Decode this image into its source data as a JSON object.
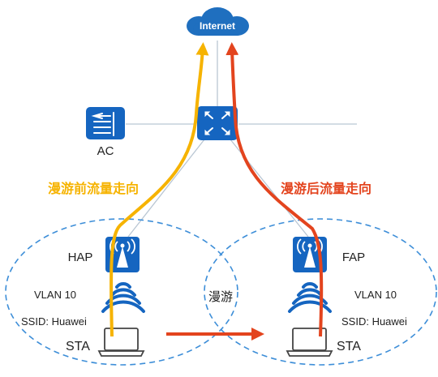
{
  "internet": {
    "label": "Internet"
  },
  "ac": {
    "label": "AC"
  },
  "hap": {
    "label": "HAP",
    "vlan": "VLAN 10",
    "ssid": "SSID: Huawei"
  },
  "fap": {
    "label": "FAP",
    "vlan": "VLAN 10",
    "ssid": "SSID: Huawei"
  },
  "sta_left": {
    "label": "STA"
  },
  "sta_right": {
    "label": "STA"
  },
  "roam_label": "漫游",
  "flow_before": {
    "label": "漫游前流量走向",
    "color": "#f6b300"
  },
  "flow_after": {
    "label": "漫游后流量走向",
    "color": "#e3441e"
  },
  "colors": {
    "device_blue": "#1565c0",
    "cloud_blue": "#1f6fbf",
    "cell_outline": "#3d8ed8",
    "link_gray": "#b9c6d3"
  },
  "icons": {
    "ac": "ac-controller-icon",
    "switch": "core-switch-icon",
    "hap": "access-point-icon",
    "fap": "access-point-icon",
    "wifi": "wifi-signal-icon",
    "laptop": "laptop-icon"
  }
}
